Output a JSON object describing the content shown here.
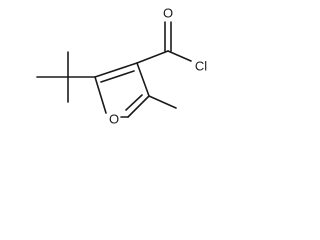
{
  "molecule": {
    "atoms": {
      "carbonyl_oxygen": "O",
      "chlorine": "Cl",
      "ring_oxygen": "O"
    }
  },
  "colors": {
    "bond": "#1a1a1a",
    "background": "#ffffff"
  }
}
